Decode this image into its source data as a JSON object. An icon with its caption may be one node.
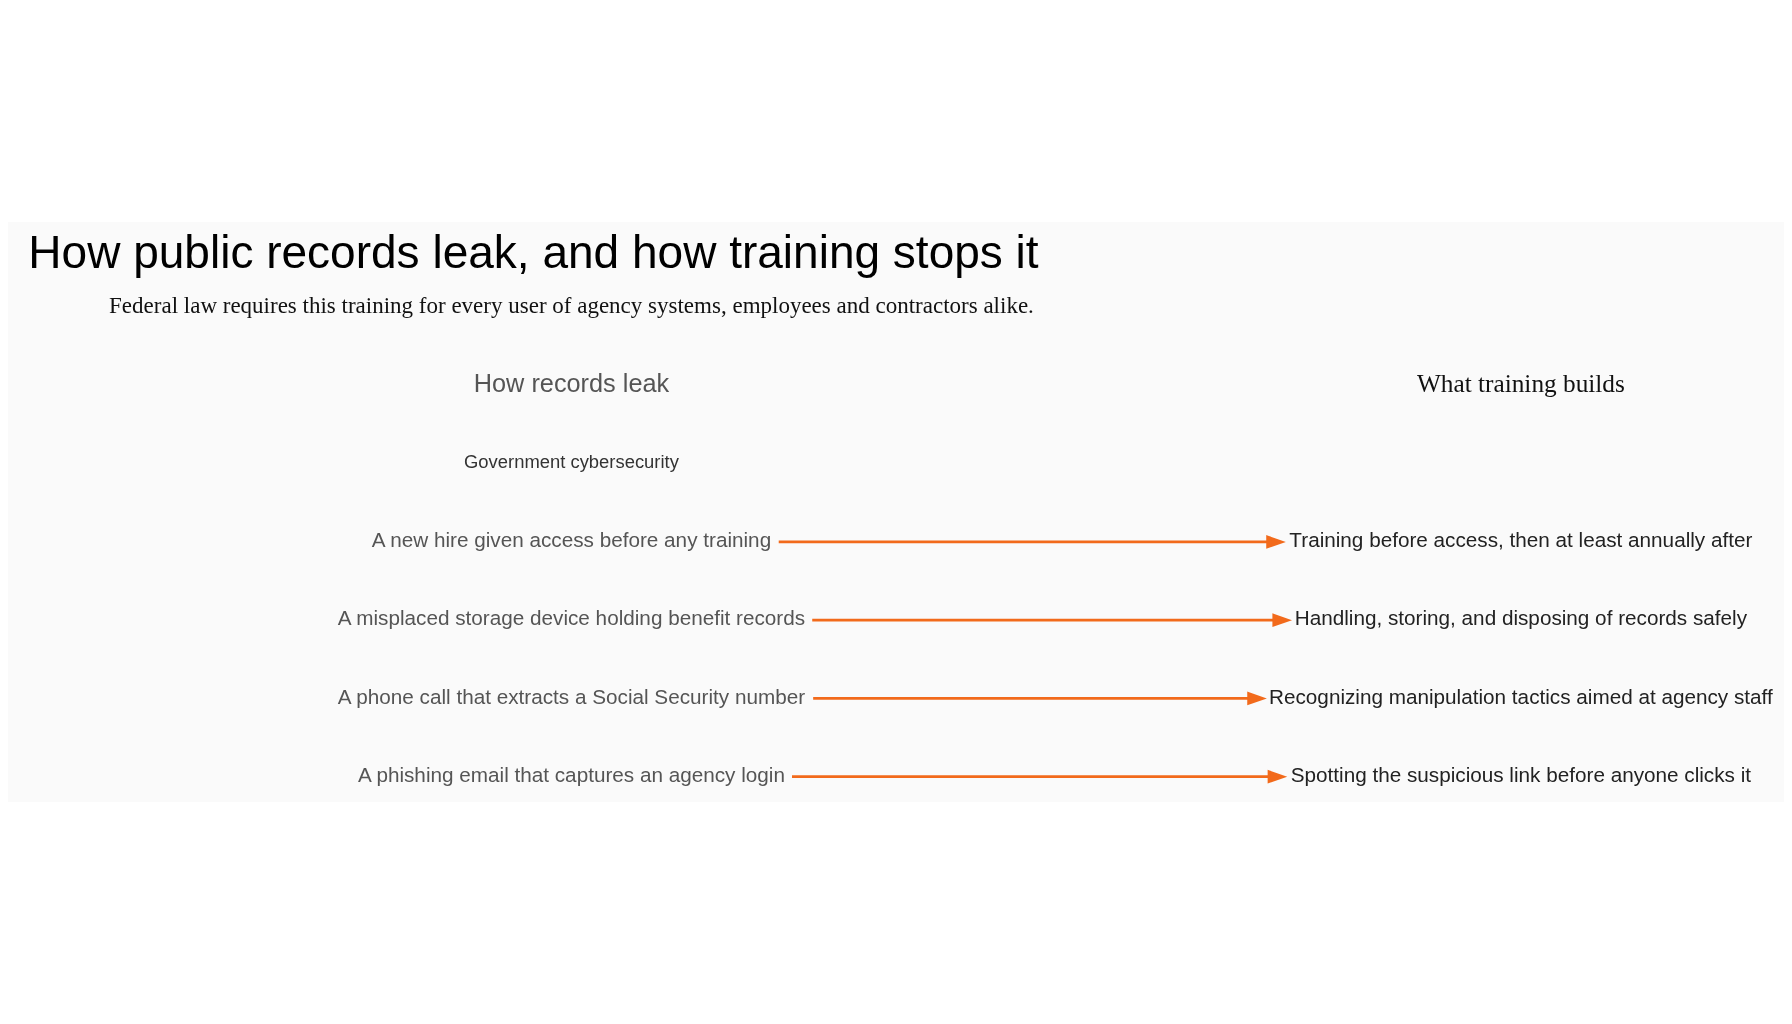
{
  "diagram": {
    "title": "How public records leak, and how training stops it",
    "caption": "Federal law requires this training for every user of agency systems, employees and contractors alike.",
    "nodes": [
      {
        "text": [
          "A phishing email that captures an agency login"
        ]
      },
      {
        "text": [
          "A phone call that extracts a Social Security number"
        ]
      },
      {
        "text": [
          "A misplaced storage device holding benefit records"
        ]
      },
      {
        "text": [
          "A new hire given access before any training"
        ]
      },
      {
        "text": [
          "Spotting the suspicious link before anyone clicks it"
        ]
      },
      {
        "text": [
          "Recognizing manipulation tactics aimed at agency staff"
        ]
      },
      {
        "text": [
          "Handling, storing, and disposing of records safely"
        ]
      },
      {
        "text": [
          "Training before access, then at least annually after"
        ]
      }
    ],
    "edges": [
      {
        "from": 0,
        "to": 4,
        "arrow": "to"
      },
      {
        "from": 1,
        "to": 5,
        "arrow": "to"
      },
      {
        "from": 2,
        "to": 6,
        "arrow": "to"
      },
      {
        "from": 3,
        "to": 7,
        "arrow": "to"
      }
    ],
    "labels": [
      "Government cybersecurity",
      "How records leak",
      "What training builds"
    ]
  }
}
